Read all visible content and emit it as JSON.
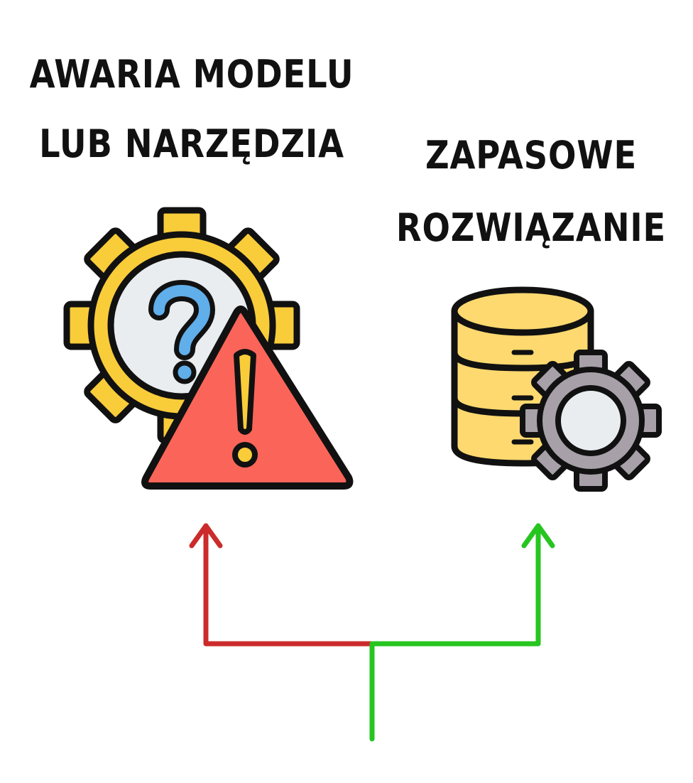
{
  "left_node": {
    "title_lines": [
      "AWARIA MODELU",
      "LUB NARZĘDZIA"
    ],
    "icon": "gear-with-question-and-warning-triangle",
    "arrow_color": "#cc2b2b"
  },
  "right_node": {
    "title_lines": [
      "ZAPASOWE",
      "ROZWIĄZANIE"
    ],
    "icon": "database-with-gear",
    "arrow_color": "#27c520"
  },
  "colors": {
    "gear_yellow": "#f9cc3a",
    "gear_gray": "#a7a0a8",
    "warning_red": "#fb6559",
    "question_blue": "#60aeea",
    "database_yellow": "#fdd96f",
    "outline": "#111111"
  }
}
